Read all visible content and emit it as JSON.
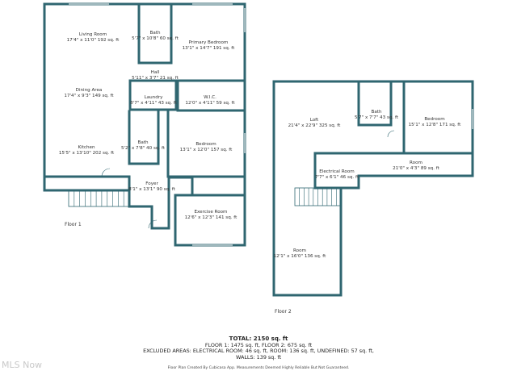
{
  "floors": [
    {
      "name": "Floor 1",
      "rooms": [
        {
          "key": "living",
          "name": "Living Room",
          "dims": "17'4\" x 11'0\" 192 sq. ft"
        },
        {
          "key": "bath1",
          "name": "Bath",
          "dims": "5'7\" x 10'8\" 60 sq. ft"
        },
        {
          "key": "primary",
          "name": "Primary Bedroom",
          "dims": "13'1\" x 14'7\" 191 sq. ft"
        },
        {
          "key": "hall",
          "name": "Hall",
          "dims": "5'11\" x 3'7\" 21 sq. ft"
        },
        {
          "key": "dining",
          "name": "Dining Area",
          "dims": "17'4\" x 9'3\" 149 sq. ft"
        },
        {
          "key": "laundry",
          "name": "Laundry",
          "dims": "8'7\" x 4'11\" 43 sq. ft"
        },
        {
          "key": "wic",
          "name": "W.I.C.",
          "dims": "12'0\" x 4'11\" 59 sq. ft"
        },
        {
          "key": "bath2",
          "name": "Bath",
          "dims": "5'2\" x 7'8\" 40 sq. ft"
        },
        {
          "key": "bedroom1",
          "name": "Bedroom",
          "dims": "13'1\" x 12'0\" 157 sq. ft"
        },
        {
          "key": "kitchen",
          "name": "Kitchen",
          "dims": "15'5\" x 13'10\" 202 sq. ft"
        },
        {
          "key": "foyer",
          "name": "Foyer",
          "dims": "8'1\" x 13'1\" 90 sq. ft"
        },
        {
          "key": "exercise",
          "name": "Exercise Room",
          "dims": "12'6\" x 12'3\" 141 sq. ft"
        }
      ]
    },
    {
      "name": "Floor 2",
      "rooms": [
        {
          "key": "loft",
          "name": "Loft",
          "dims": "21'4\" x 22'9\" 325 sq. ft"
        },
        {
          "key": "bath3",
          "name": "Bath",
          "dims": "5'7\" x 7'7\" 43 sq. ft"
        },
        {
          "key": "bedroom2",
          "name": "Bedroom",
          "dims": "15'1\" x 12'8\" 171 sq. ft"
        },
        {
          "key": "room1",
          "name": "Room",
          "dims": "21'0\" x 4'3\" 89 sq. ft"
        },
        {
          "key": "electrical",
          "name": "Electrical Room",
          "dims": "7'7\" x 6'1\" 46 sq. ft"
        },
        {
          "key": "room2",
          "name": "Room",
          "dims": "12'1\" x 16'0\" 136 sq. ft"
        }
      ]
    }
  ],
  "summary": {
    "total": "TOTAL: 2150 sq. ft",
    "floors": "FLOOR 1: 1475 sq. ft, FLOOR 2: 675 sq. ft",
    "excluded": "EXCLUDED AREAS: ELECTRICAL ROOM: 46 sq. ft, ROOM: 136 sq. ft, UNDEFINED: 57 sq. ft,",
    "walls": "WALLS: 139 sq. ft"
  },
  "disclaimer": "Floor Plan Created By Cubicasa App. Measurements Deemed Highly Reliable But Not Guaranteed.",
  "watermark": "MLS Now",
  "colors": {
    "wall": "#2f6670",
    "window": "#9fb8bd",
    "text": "#333333"
  }
}
